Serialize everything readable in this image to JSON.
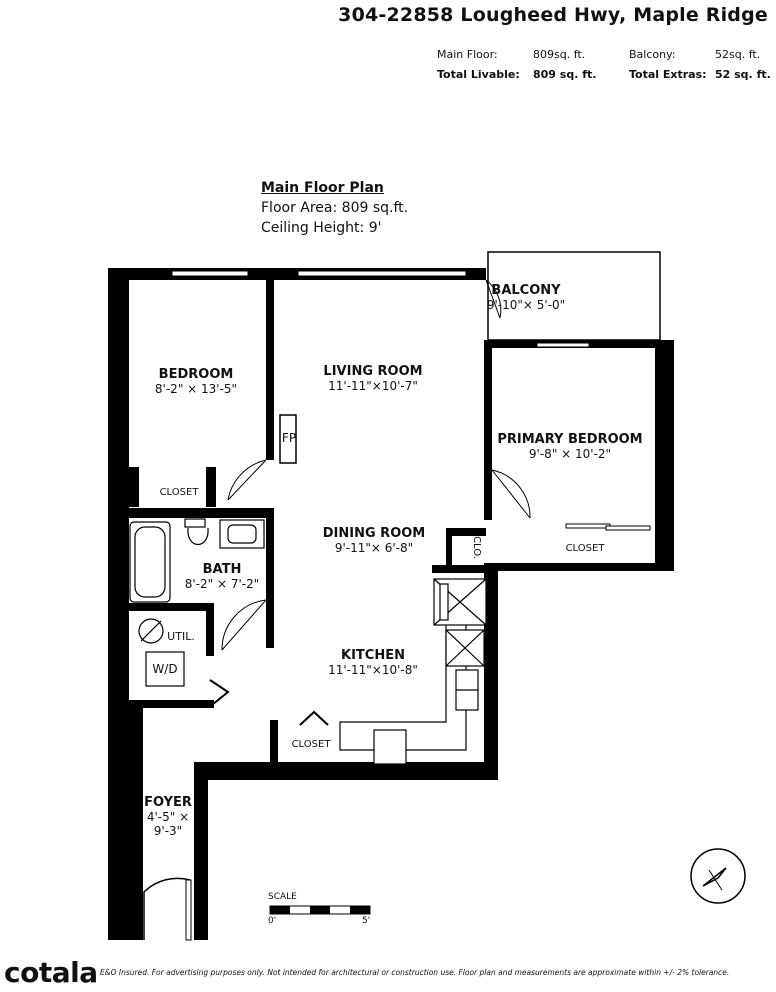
{
  "header": {
    "address": "304-22858 Lougheed Hwy, Maple Ridge",
    "main_floor_label": "Main Floor:",
    "main_floor_value": "809sq. ft.",
    "balcony_label": "Balcony:",
    "balcony_value": "52sq. ft.",
    "total_livable_label": "Total Livable:",
    "total_livable_value": "809 sq. ft.",
    "total_extras_label": "Total Extras:",
    "total_extras_value": "52 sq. ft."
  },
  "plan_info": {
    "title": "Main Floor Plan",
    "floor_area": "Floor Area: 809 sq.ft.",
    "ceiling_height": "Ceiling Height: 9'"
  },
  "rooms": {
    "balcony": {
      "name": "BALCONY",
      "dims": "9'-10\"× 5'-0\""
    },
    "bedroom": {
      "name": "BEDROOM",
      "dims": "8'-2\" × 13'-5\""
    },
    "living": {
      "name": "LIVING ROOM",
      "dims": "11'-11\"×10'-7\""
    },
    "primary": {
      "name": "PRIMARY BEDROOM",
      "dims": "9'-8\" × 10'-2\""
    },
    "dining": {
      "name": "DINING ROOM",
      "dims": "9'-11\"× 6'-8\""
    },
    "bath": {
      "name": "BATH",
      "dims": "8'-2\" × 7'-2\""
    },
    "kitchen": {
      "name": "KITCHEN",
      "dims": "11'-11\"×10'-8\""
    },
    "foyer": {
      "name": "FOYER",
      "dims1": "4'-5\" ×",
      "dims2": "9'-3\""
    }
  },
  "labels": {
    "closet_bedroom": "CLOSET",
    "closet_primary": "CLOSET",
    "closet_foyer": "CLOSET",
    "clo": "CLO.",
    "fp": "FP",
    "util": "UTIL.",
    "wd": "W/D"
  },
  "scale": {
    "label": "SCALE",
    "start": "0'",
    "end": "5'"
  },
  "footer": {
    "logo": "cotala",
    "note": "E&O Insured. For advertising purposes only. Not intended for architectural or construction use. Floor plan and measurements are approximate within +/- 2% tolerance."
  },
  "colors": {
    "wall": "#000000",
    "background": "#ffffff",
    "text": "#111111"
  }
}
